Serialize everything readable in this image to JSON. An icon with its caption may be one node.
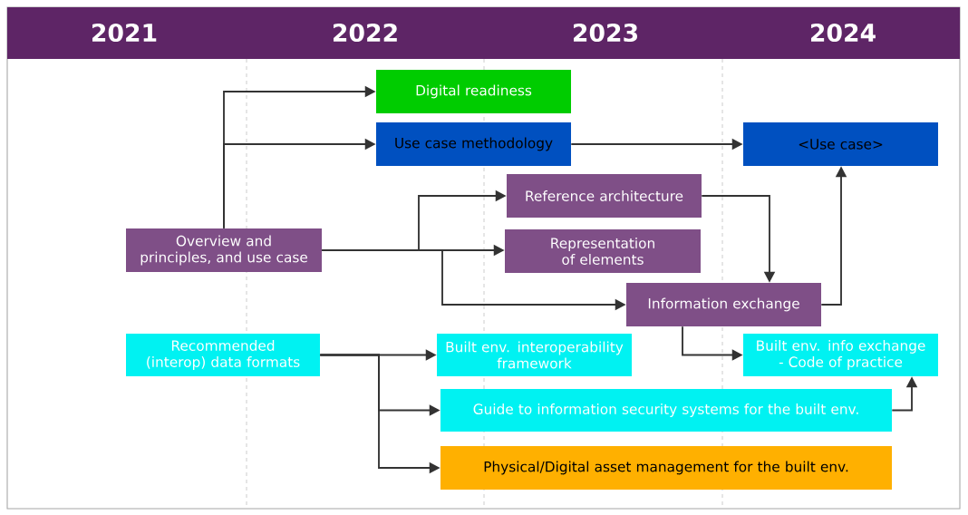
{
  "diagram": {
    "nodes": [
      {
        "text": [
          "Digital readiness"
        ]
      },
      {
        "text": [
          "Use case methodology"
        ]
      },
      {
        "text": [
          "<Use case>"
        ]
      },
      {
        "text": [
          "Reference architecture"
        ]
      },
      {
        "text": [
          "Representation of elements"
        ]
      },
      {
        "text": [
          "Overview and principles, and use case"
        ]
      },
      {
        "text": [
          "Information exchange"
        ]
      },
      {
        "text": [
          "Recommended (interop) data formats"
        ]
      },
      {
        "text": [
          "Built env. interoperability framework"
        ]
      },
      {
        "text": [
          "Built env. info exchange - Code of practice"
        ]
      },
      {
        "text": [
          "Guide to information security systems for the built env."
        ]
      },
      {
        "text": [
          "Physical/Digital asset management for the built env."
        ]
      }
    ],
    "edges": [
      {
        "from": 5,
        "to": 0,
        "arrow": "to"
      },
      {
        "from": 5,
        "to": 1,
        "arrow": "to"
      },
      {
        "from": 1,
        "to": 2,
        "arrow": "to"
      },
      {
        "from": 5,
        "to": 3,
        "arrow": "to"
      },
      {
        "from": 5,
        "to": 4,
        "arrow": "to"
      },
      {
        "from": 5,
        "to": 6,
        "arrow": "to"
      },
      {
        "from": 3,
        "to": 6,
        "arrow": "to"
      },
      {
        "from": 6,
        "to": 2,
        "arrow": "to"
      },
      {
        "from": 6,
        "to": 9,
        "arrow": "to"
      },
      {
        "from": 7,
        "to": 8,
        "arrow": "to"
      },
      {
        "from": 7,
        "to": 10,
        "arrow": "to"
      },
      {
        "from": 7,
        "to": 11,
        "arrow": "to"
      },
      {
        "from": 10,
        "to": 9,
        "arrow": "to"
      }
    ],
    "labels": [
      "2021",
      "2022",
      "2023",
      "2024"
    ]
  }
}
